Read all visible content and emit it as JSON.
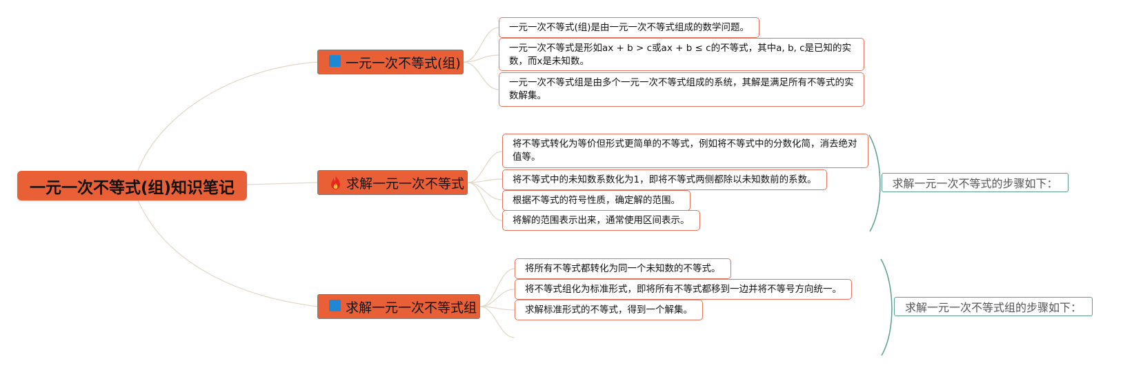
{
  "root": {
    "title": "一元一次不等式(组)知识笔记"
  },
  "branches": [
    {
      "label": "一元一次不等式(组)",
      "icon": "square-icon",
      "children": [
        "一元一次不等式(组)是由一元一次不等式组成的数学问题。",
        "一元一次不等式是形如ax + b > c或ax + b ≤ c的不等式，其中a, b, c是已知的实数，而x是未知数。",
        "一元一次不等式组是由多个一元一次不等式组成的系统，其解是满足所有不等式的实数解集。"
      ]
    },
    {
      "label": "求解一元一次不等式",
      "icon": "fire-icon",
      "children": [
        "将不等式转化为等价但形式更简单的不等式，例如将不等式中的分数化简，消去绝对值等。",
        "将不等式中的未知数系数化为1，即将不等式两侧都除以未知数前的系数。",
        "根据不等式的符号性质，确定解的范围。",
        "将解的范围表示出来，通常使用区间表示。"
      ],
      "summary": "求解一元一次不等式的步骤如下："
    },
    {
      "label": "求解一元一次不等式组",
      "icon": "square-icon",
      "children": [
        "将所有不等式都转化为同一个未知数的不等式。",
        "将不等式组化为标准形式，即将所有不等式都移到一边并将不等号方向统一。",
        "求解标准形式的不等式，得到一个解集。"
      ],
      "summary": "求解一元一次不等式组的步骤如下："
    }
  ],
  "colors": {
    "node_fill": "#e95f36",
    "leaf_border": "#e5735a",
    "connector": "#e2d6c6",
    "summary_brace": "#5a9e8e",
    "icon_blue": "#1e88d4"
  }
}
